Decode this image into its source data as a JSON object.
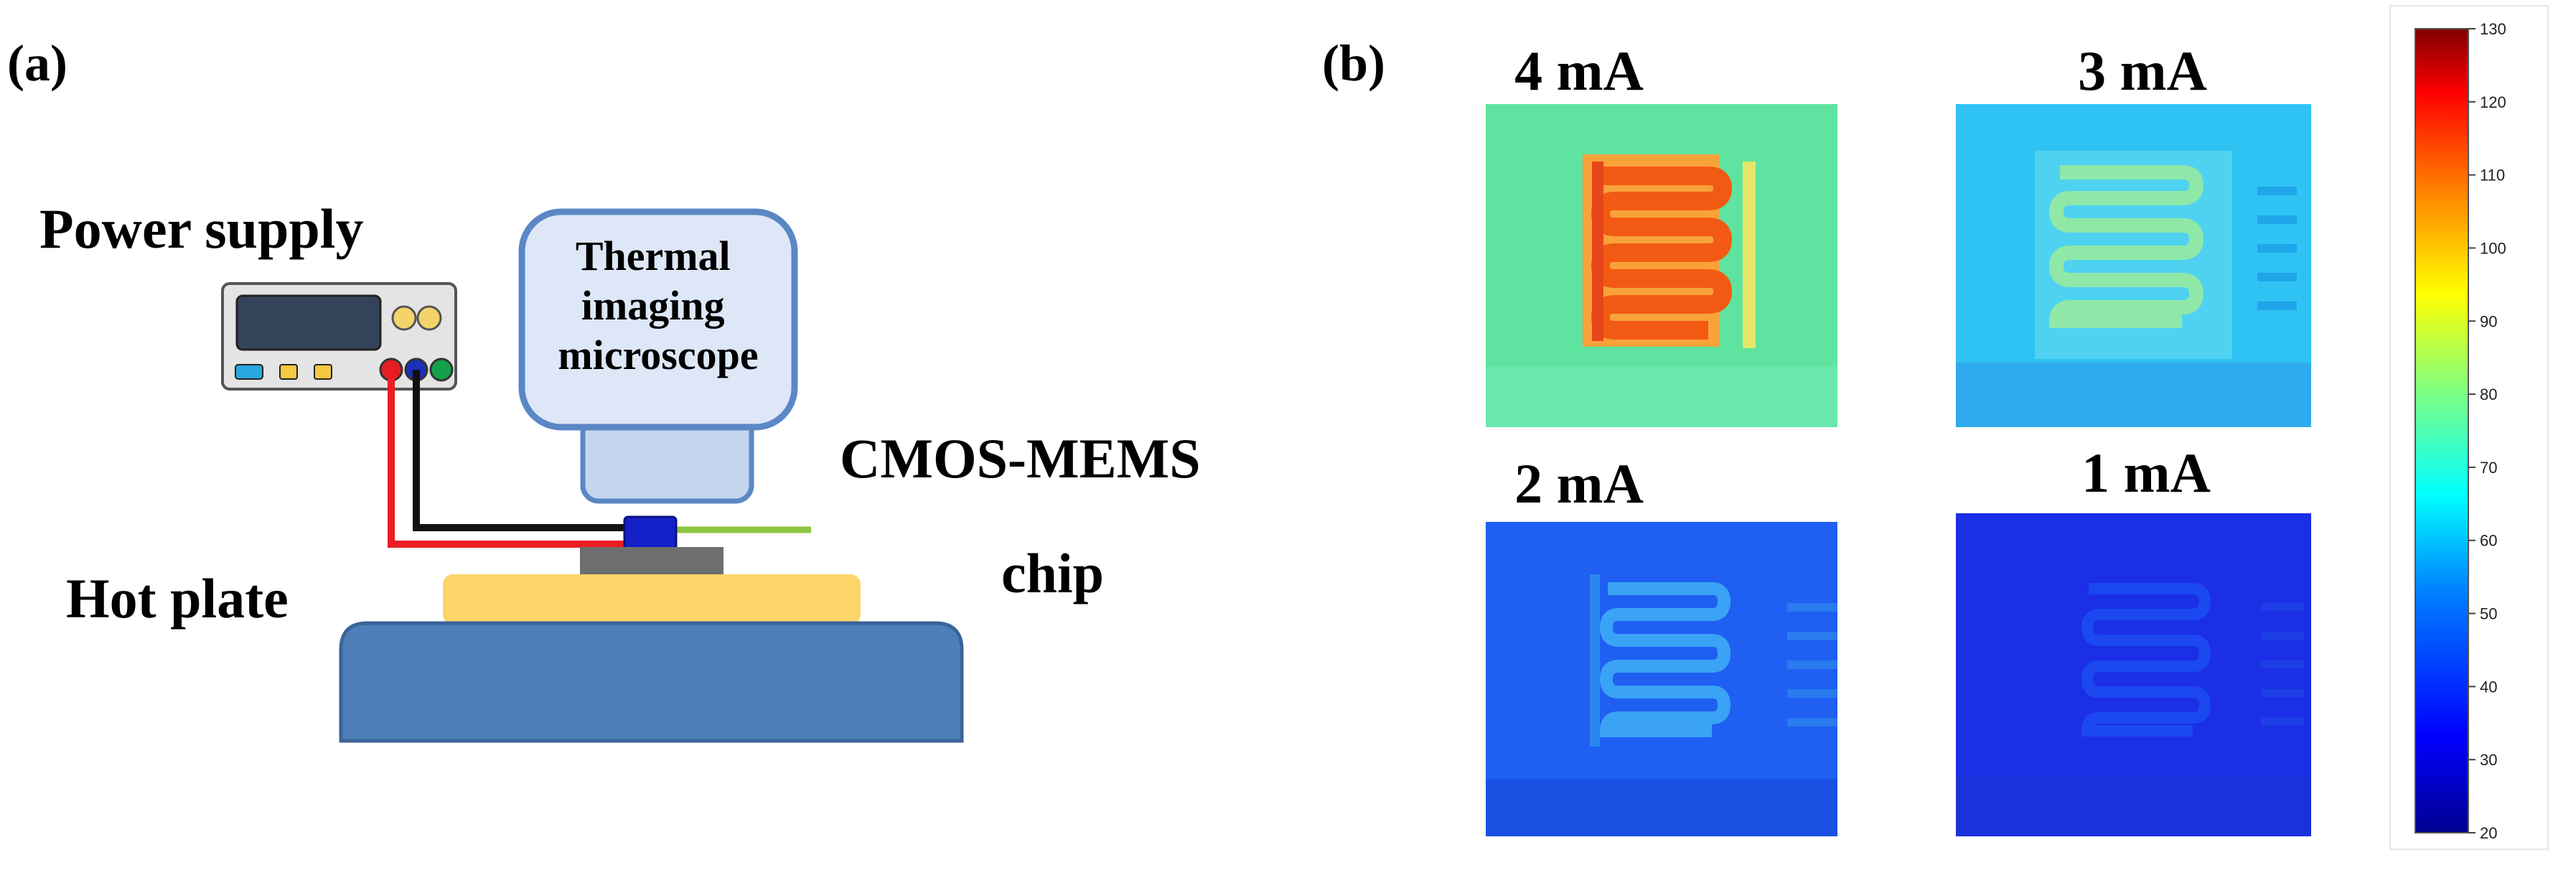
{
  "panel_a": {
    "label": "(a)",
    "power_supply": "Power supply",
    "microscope_lines": [
      "Thermal",
      "imaging",
      "microscope"
    ],
    "chip_label_line1": "CMOS-MEMS",
    "chip_label_line2": "chip",
    "hot_plate": "Hot plate"
  },
  "panel_b": {
    "label": "(b)",
    "images": [
      {
        "label": "4 mA",
        "current_mA": 4,
        "bg_color": "#5fe3a0",
        "heater_color": "#f25a14"
      },
      {
        "label": "3 mA",
        "current_mA": 3,
        "bg_color": "#2fc3f3",
        "heater_color": "#8fe8a8"
      },
      {
        "label": "2 mA",
        "current_mA": 2,
        "bg_color": "#1f5ff2",
        "heater_color": "#3aa3f5"
      },
      {
        "label": "1 mA",
        "current_mA": 1,
        "bg_color": "#1a2fe6",
        "heater_color": "#1c48f0"
      }
    ],
    "colorbar": {
      "ticks": [
        "130",
        "120",
        "110",
        "100",
        "90",
        "80",
        "70",
        "60",
        "50",
        "40",
        "30",
        "20"
      ],
      "min": 20,
      "max": 130,
      "colors": [
        "#00008f",
        "#0000ff",
        "#0080ff",
        "#00ffff",
        "#80ff80",
        "#ffff00",
        "#ff8000",
        "#ff0000",
        "#800000"
      ]
    }
  }
}
